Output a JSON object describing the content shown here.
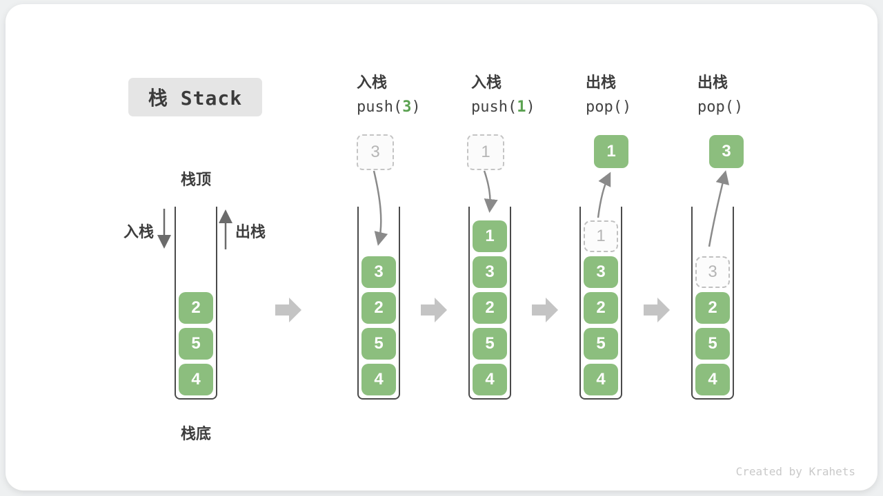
{
  "title_badge": "栈 Stack",
  "watermark": "Created by Krahets",
  "first_stack_labels": {
    "top": "栈顶",
    "bottom": "栈底",
    "push": "入栈",
    "pop": "出栈"
  },
  "colors": {
    "cell_green": "#8cbe7e",
    "arg_green": "#5aa150",
    "badge_gray": "#e5e5e5",
    "step_arrow_gray": "#c4c4c4",
    "curve_arrow_gray": "#8a8a8a",
    "container_border": "#4a4a4a",
    "ghost_gray": "#b5b5b5"
  },
  "stages": [
    {
      "name": "initial",
      "cells": [
        {
          "value": "2",
          "ghost": false
        },
        {
          "value": "5",
          "ghost": false
        },
        {
          "value": "4",
          "ghost": false
        }
      ]
    },
    {
      "name": "push-3",
      "header": {
        "label": "入栈",
        "call_prefix": "push(",
        "call_arg": "3",
        "call_suffix": ")"
      },
      "floating": {
        "value": "3",
        "variant": "dashed"
      },
      "cells": [
        {
          "value": "3",
          "ghost": false
        },
        {
          "value": "2",
          "ghost": false
        },
        {
          "value": "5",
          "ghost": false
        },
        {
          "value": "4",
          "ghost": false
        }
      ]
    },
    {
      "name": "push-1",
      "header": {
        "label": "入栈",
        "call_prefix": "push(",
        "call_arg": "1",
        "call_suffix": ")"
      },
      "floating": {
        "value": "1",
        "variant": "dashed"
      },
      "cells": [
        {
          "value": "1",
          "ghost": false
        },
        {
          "value": "3",
          "ghost": false
        },
        {
          "value": "2",
          "ghost": false
        },
        {
          "value": "5",
          "ghost": false
        },
        {
          "value": "4",
          "ghost": false
        }
      ]
    },
    {
      "name": "pop-1",
      "header": {
        "label": "出栈",
        "call_prefix": "pop()",
        "call_arg": "",
        "call_suffix": ""
      },
      "floating": {
        "value": "1",
        "variant": "solid"
      },
      "cells": [
        {
          "value": "1",
          "ghost": true
        },
        {
          "value": "3",
          "ghost": false
        },
        {
          "value": "2",
          "ghost": false
        },
        {
          "value": "5",
          "ghost": false
        },
        {
          "value": "4",
          "ghost": false
        }
      ]
    },
    {
      "name": "pop-3",
      "header": {
        "label": "出栈",
        "call_prefix": "pop()",
        "call_arg": "",
        "call_suffix": ""
      },
      "floating": {
        "value": "3",
        "variant": "solid"
      },
      "cells": [
        {
          "value": "3",
          "ghost": true
        },
        {
          "value": "2",
          "ghost": false
        },
        {
          "value": "5",
          "ghost": false
        },
        {
          "value": "4",
          "ghost": false
        }
      ]
    }
  ]
}
